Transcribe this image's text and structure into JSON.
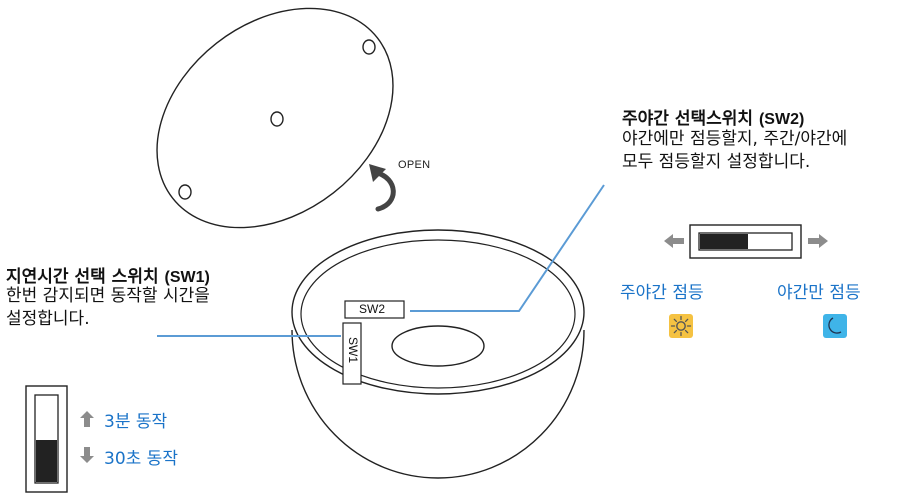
{
  "lid": {
    "open_label": "OPEN"
  },
  "board": {
    "sw2_label": "SW2",
    "sw1_label": "SW1"
  },
  "sw1_callout": {
    "title": "지연시간 선택 스위치 ",
    "title_code": "(SW1)",
    "line1": "한번 감지되면 동작할 시간을",
    "line2": "설정합니다."
  },
  "sw2_callout": {
    "title": "주야간 선택스위치 ",
    "title_code": "(SW2)",
    "line1": "야간에만 점등할지, 주간/야간에",
    "line2": "모두 점등할지 설정합니다."
  },
  "sw1_legend": {
    "up_label": "3분 동작",
    "down_label": "30초 동작"
  },
  "sw2_legend": {
    "left_label": "주야간 점등",
    "right_label": "야간만 점등"
  },
  "icons": {
    "day": "sun-icon",
    "night": "moon-icon"
  },
  "colors": {
    "accent": "#1a73c8",
    "line": "#5b9bd5",
    "icon_bg": "#f5c242",
    "night_bg": "#3fb4e8",
    "arrow_gray": "#8c8c8c"
  }
}
